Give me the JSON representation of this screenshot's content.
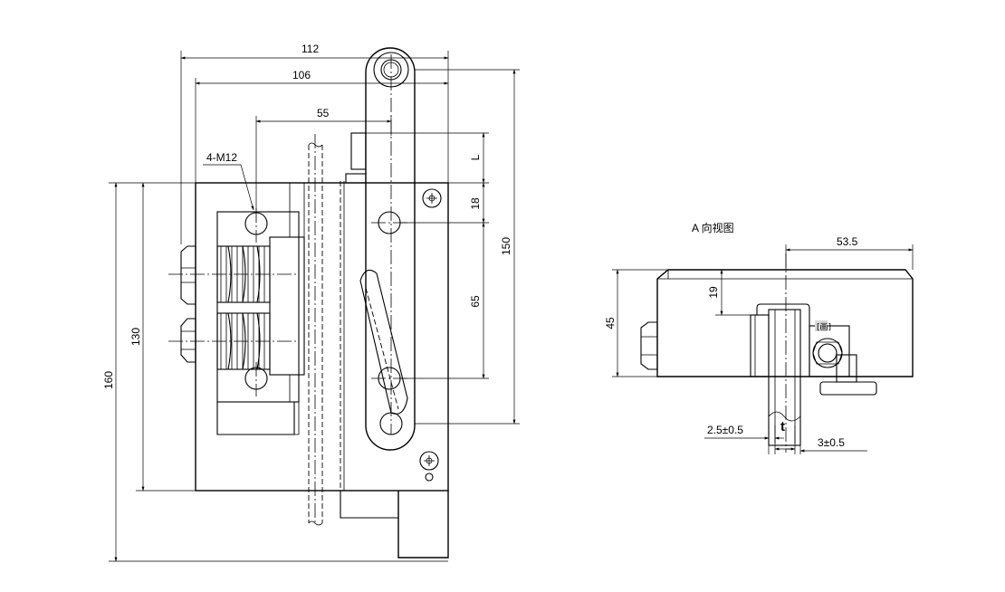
{
  "front_view": {
    "dimensions": {
      "width_overall": "112",
      "width_inner": "106",
      "offset_bolts": "55",
      "height_overall": "160",
      "height_body": "130",
      "height_lever": "150",
      "dim_L": "L",
      "dim_18": "18",
      "dim_65": "65"
    },
    "callout_bolts": "4-M12"
  },
  "side_view": {
    "title": "A 向视图",
    "dimensions": {
      "width": "53.5",
      "height": "45",
      "dim_19": "19",
      "tol_left": "2.5±0.5",
      "tol_right": "3±0.5",
      "thickness": "t"
    }
  }
}
